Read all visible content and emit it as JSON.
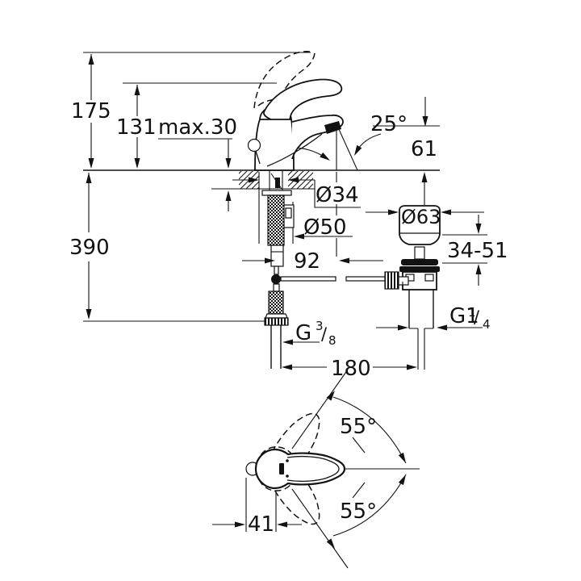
{
  "drawing": {
    "type": "technical-installation-diagram",
    "subject": "single-lever basin mixer with pop-up waste",
    "colors": {
      "background": "#ffffff",
      "line": "#121212"
    },
    "front_view": {
      "dim_overall_height": "175",
      "dim_height_to_lever": "131",
      "dim_max_deck_thickness": "max.30",
      "dim_spray_angle": "25°",
      "dim_spout_height": "61",
      "dim_shank_diameter": "Ø34",
      "dim_base_diameter": "Ø50",
      "dim_hose_length": "390",
      "dim_spout_projection": "92",
      "dim_waste_flange_diameter": "Ø63",
      "dim_clamping_range": "34-51",
      "dim_center_distance": "180",
      "supply_thread": {
        "prefix": "G",
        "numerator": "3",
        "slash": "/",
        "denominator": "8"
      },
      "waste_thread": {
        "prefix": "G1",
        "numerator": "1",
        "slash": "/",
        "denominator": "4"
      }
    },
    "top_view": {
      "dim_handle_swivel_upper": "55°",
      "dim_handle_swivel_lower": "55°",
      "dim_handle_offset": "41"
    }
  }
}
